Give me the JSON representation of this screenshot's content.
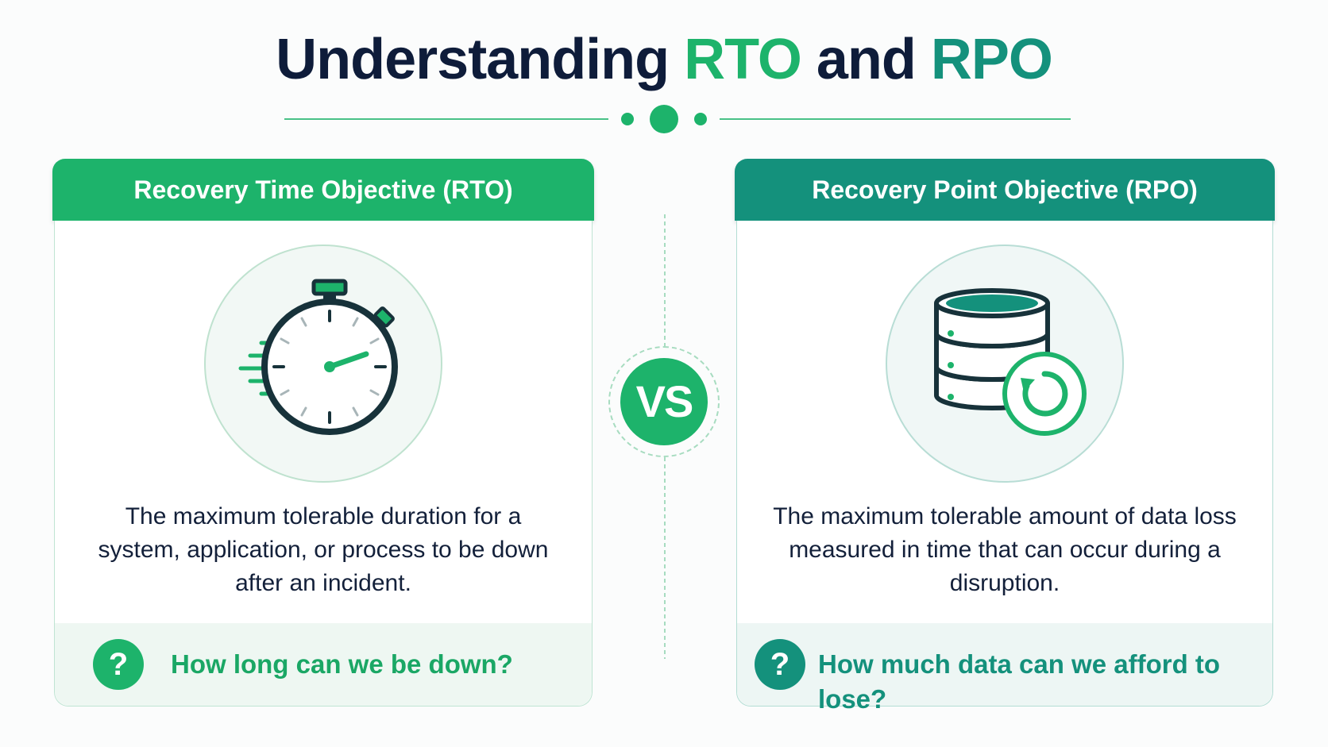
{
  "title": {
    "part1": "Understanding ",
    "rto": "RTO",
    "and": " and ",
    "rpo": "RPO"
  },
  "versus_label": "VS",
  "rto_card": {
    "header": "Recovery Time Objective (RTO)",
    "icon": "stopwatch-icon",
    "description": "The maximum tolerable duration for a system, application, or process to be down after an incident.",
    "question_icon": "question-icon",
    "question_mark": "?",
    "question": "How long can we be down?"
  },
  "rpo_card": {
    "header": "Recovery Point Objective (RPO)",
    "icon": "database-restore-icon",
    "description": "The maximum tolerable amount of data loss measured in time that can occur during a disruption.",
    "question_icon": "question-icon",
    "question_mark": "?",
    "question": "How much data can we afford to lose?"
  },
  "colors": {
    "navy": "#0e1c3a",
    "green": "#1db36b",
    "teal": "#14917c",
    "dark_icon": "#17323a"
  }
}
